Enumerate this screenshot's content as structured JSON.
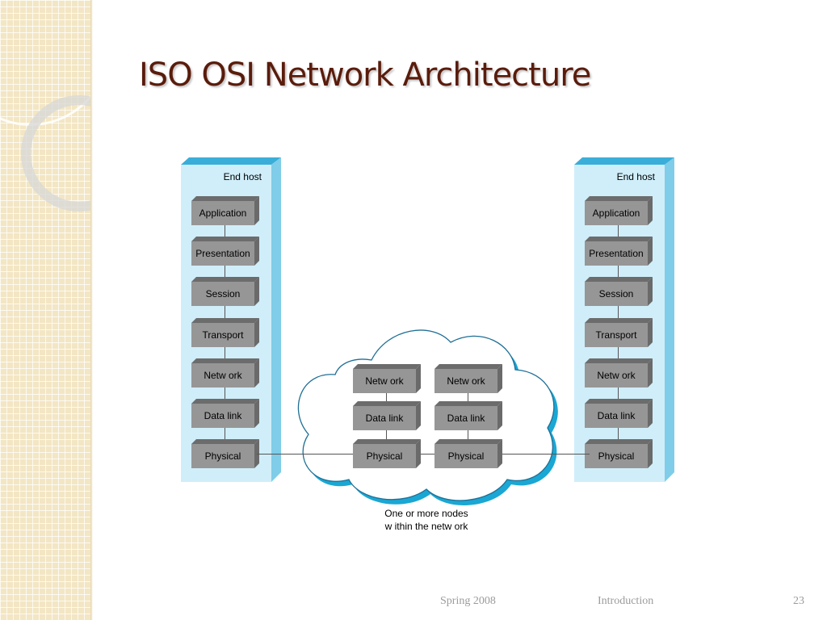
{
  "title": "ISO OSI Network Architecture",
  "diagram": {
    "end_host_label": "End host",
    "host_layers": [
      "Application",
      "Presentation",
      "Session",
      "Transport",
      "Netw ork",
      "Data link",
      "Physical"
    ],
    "node_layers": [
      "Netw ork",
      "Data link",
      "Physical"
    ],
    "cloud_caption_line1": "One or more nodes",
    "cloud_caption_line2": "w ithin the netw ork"
  },
  "footer": {
    "date": "Spring 2008",
    "section": "Introduction",
    "page": "23"
  },
  "colors": {
    "title": "#5a1c0c",
    "host_panel": "#cfeefa",
    "host_top": "#3aaed8",
    "cloud_edge": "#1aa7d4",
    "layer_box": "#969696",
    "sidebar": "#f3e6c4"
  }
}
